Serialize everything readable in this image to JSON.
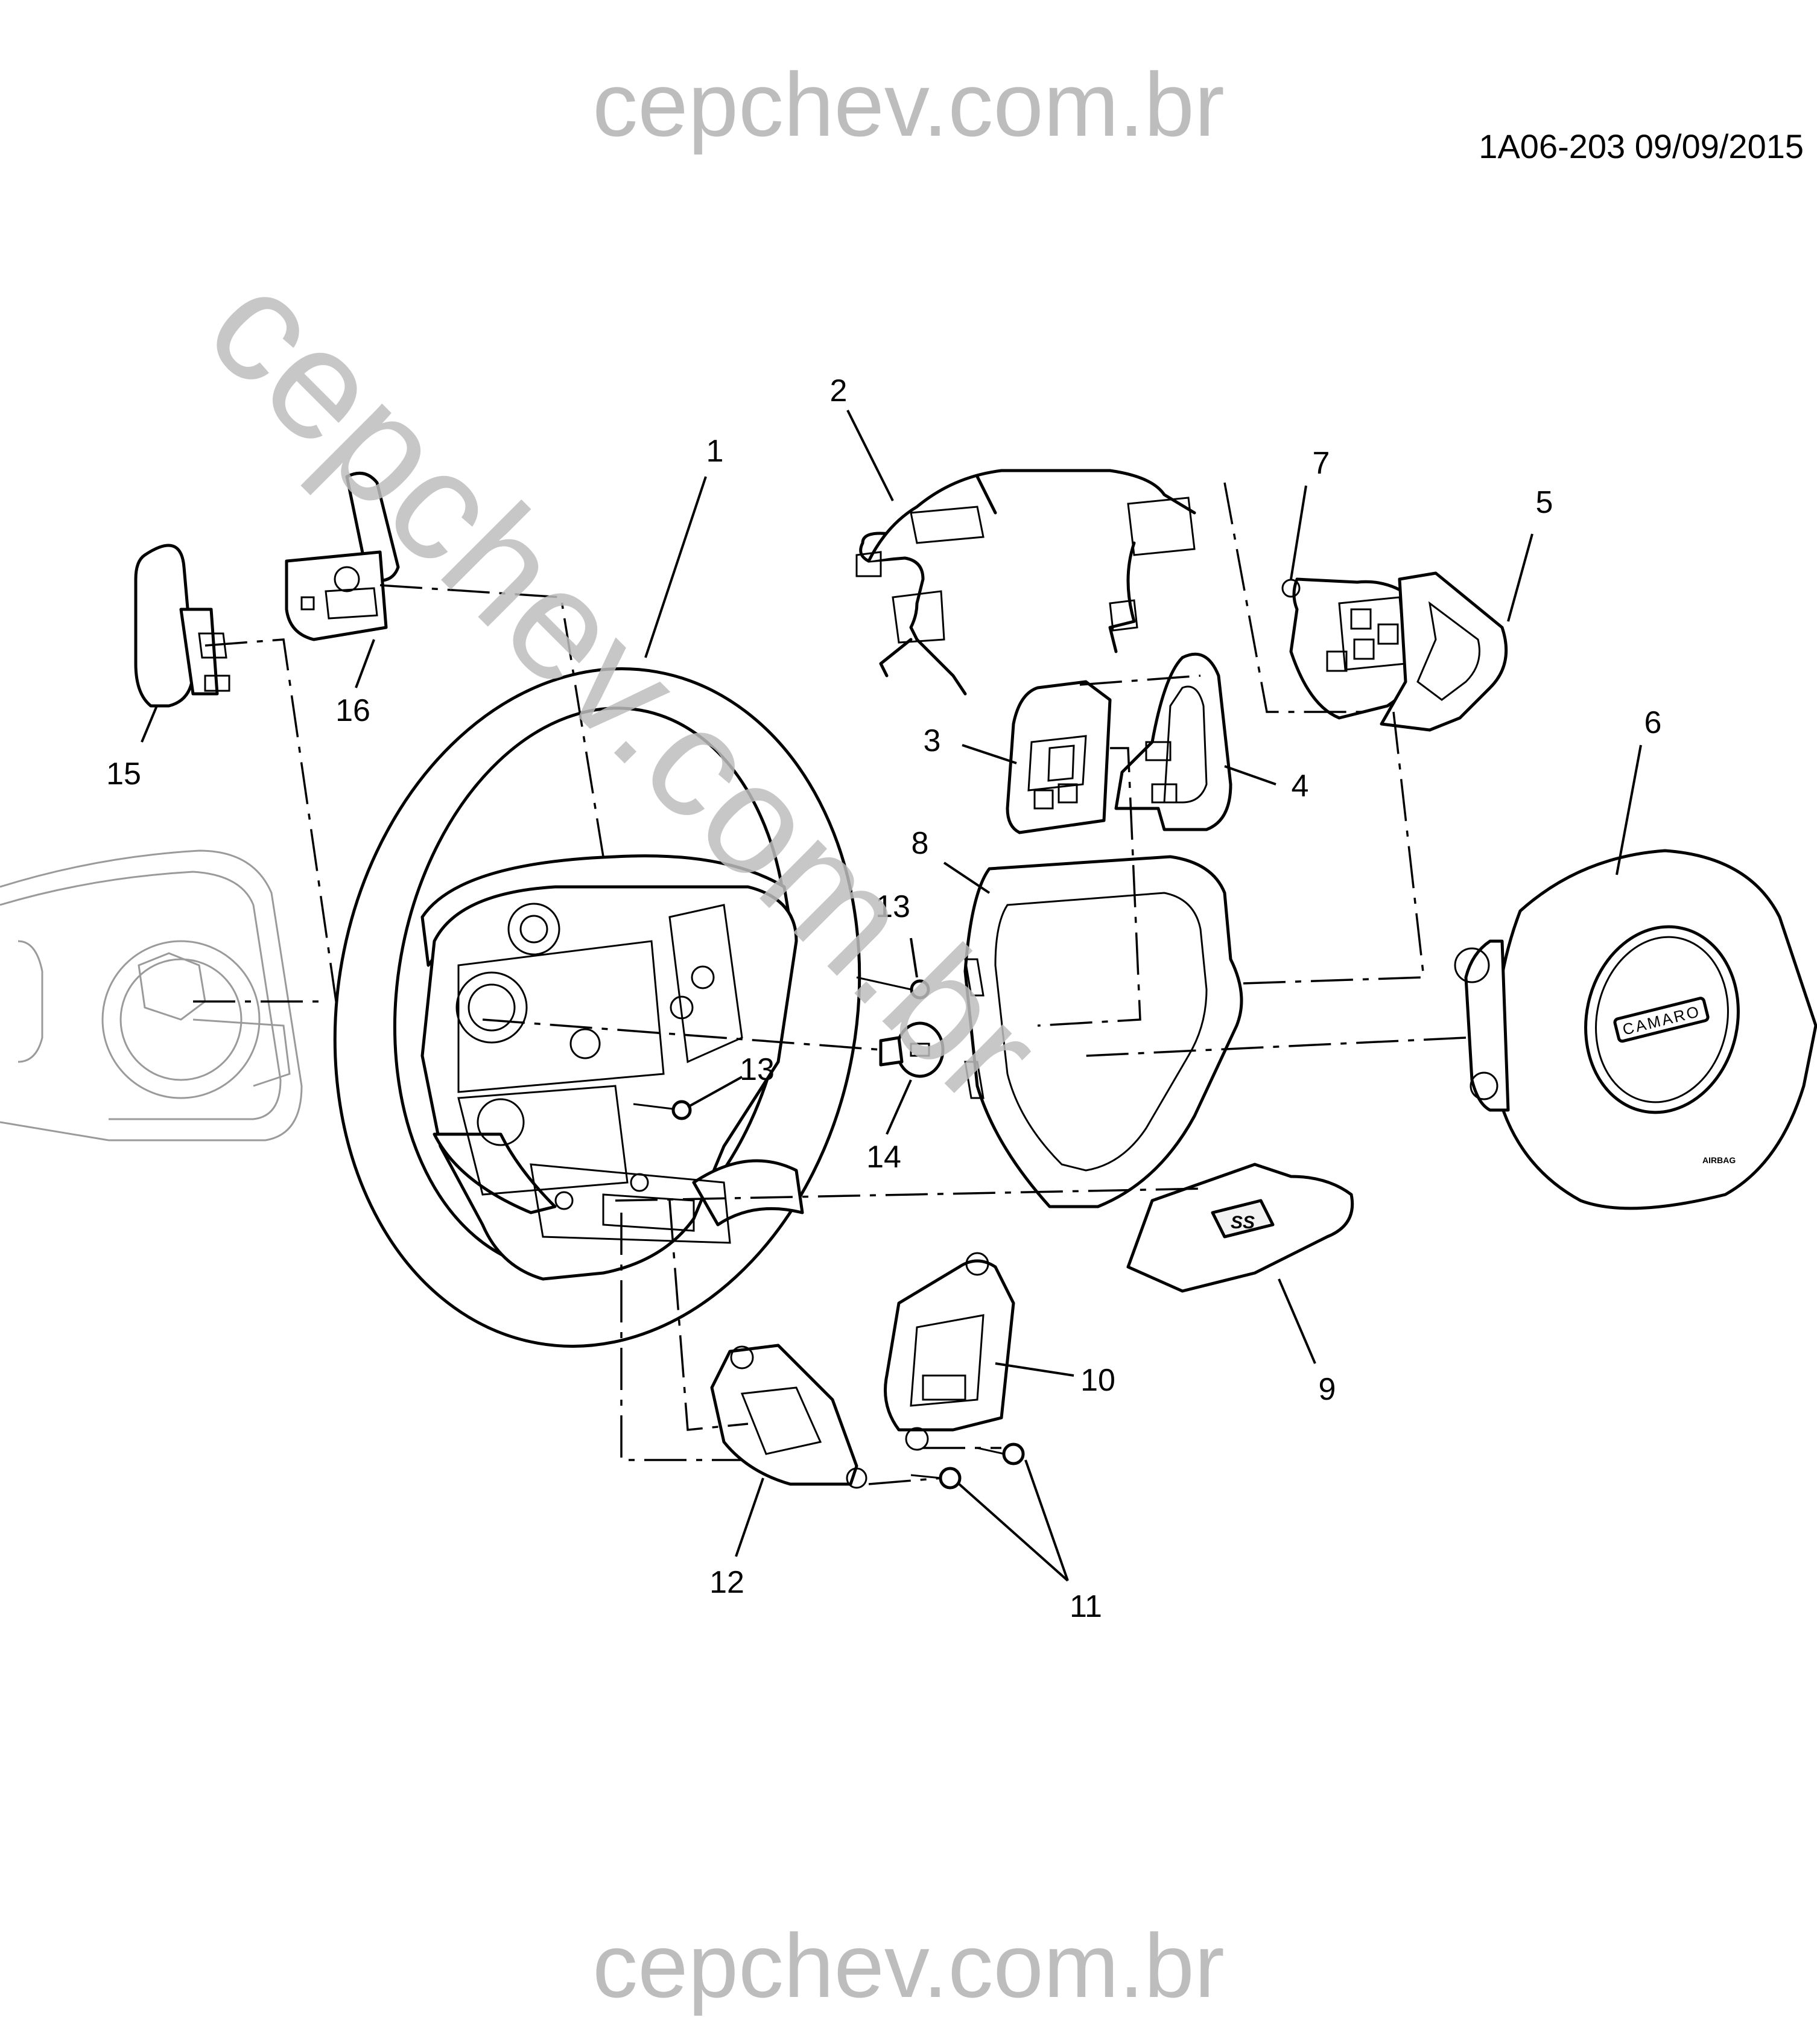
{
  "watermark": {
    "top": "cepchev.com.br",
    "diagonal": "cepchev.com.br",
    "bottom": "cepchev.com.br"
  },
  "reference_code": "1A06-203  09/09/2015",
  "emblem_text": "CAMARO",
  "badge_text": "SS",
  "airbag_text": "AIRBAG",
  "callouts": [
    "1",
    "2",
    "3",
    "4",
    "5",
    "6",
    "7",
    "8",
    "9",
    "10",
    "11",
    "12",
    "13",
    "13",
    "14",
    "15",
    "16"
  ]
}
